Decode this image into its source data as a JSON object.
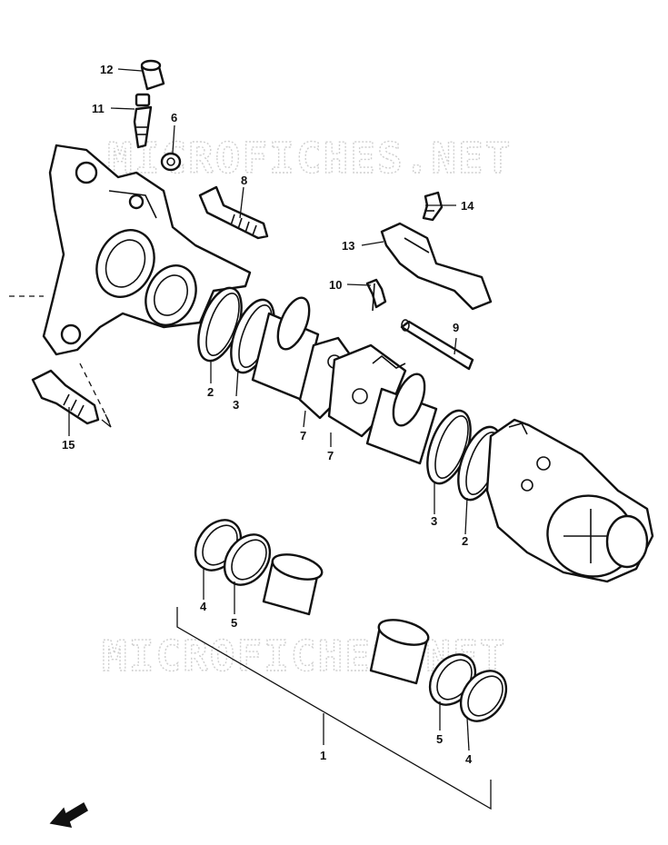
{
  "watermarks": [
    "MICROFICHES.NET",
    "MICROFICHES.NET"
  ],
  "part_labels": {
    "p1": "1",
    "p2a": "2",
    "p2b": "2",
    "p3a": "3",
    "p3b": "3",
    "p4a": "4",
    "p4b": "4",
    "p5a": "5",
    "p5b": "5",
    "p6": "6",
    "p7a": "7",
    "p7b": "7",
    "p8": "8",
    "p9": "9",
    "p10": "10",
    "p11": "11",
    "p12": "12",
    "p13": "13",
    "p14": "14",
    "p15": "15"
  },
  "icons": {
    "front_arrow": "front-direction-arrow-icon"
  }
}
